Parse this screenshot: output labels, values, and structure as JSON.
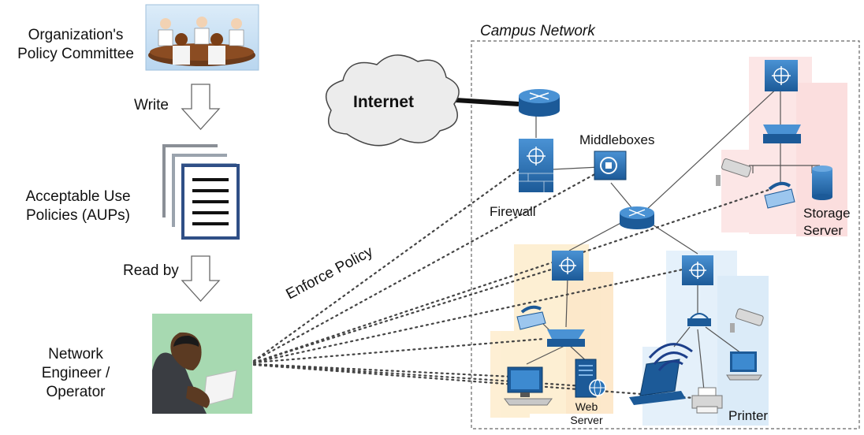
{
  "left": {
    "committee_label": "Organization's Policy Committee",
    "write_label": "Write",
    "aup_label": "Acceptable Use Policies (AUPs)",
    "readby_label": "Read by",
    "engineer_label": "Network Engineer / Operator",
    "enforce_label": "Enforce Policy"
  },
  "network": {
    "campus_label": "Campus Network",
    "internet_label": "Internet",
    "middleboxes_label": "Middleboxes",
    "firewall_label": "Firewall",
    "storage_label": "Storage Server",
    "webserver_label": "Web Server",
    "printer_label": "Printer"
  },
  "colors": {
    "device_blue": "#2b74b8",
    "device_dark": "#17508a",
    "building_orange": "#fde2b0",
    "building_blue": "#d3e8f8",
    "building_red": "#fad3d3",
    "photo_green": "#a7d9b1",
    "doc_navy": "#2f4f86"
  }
}
